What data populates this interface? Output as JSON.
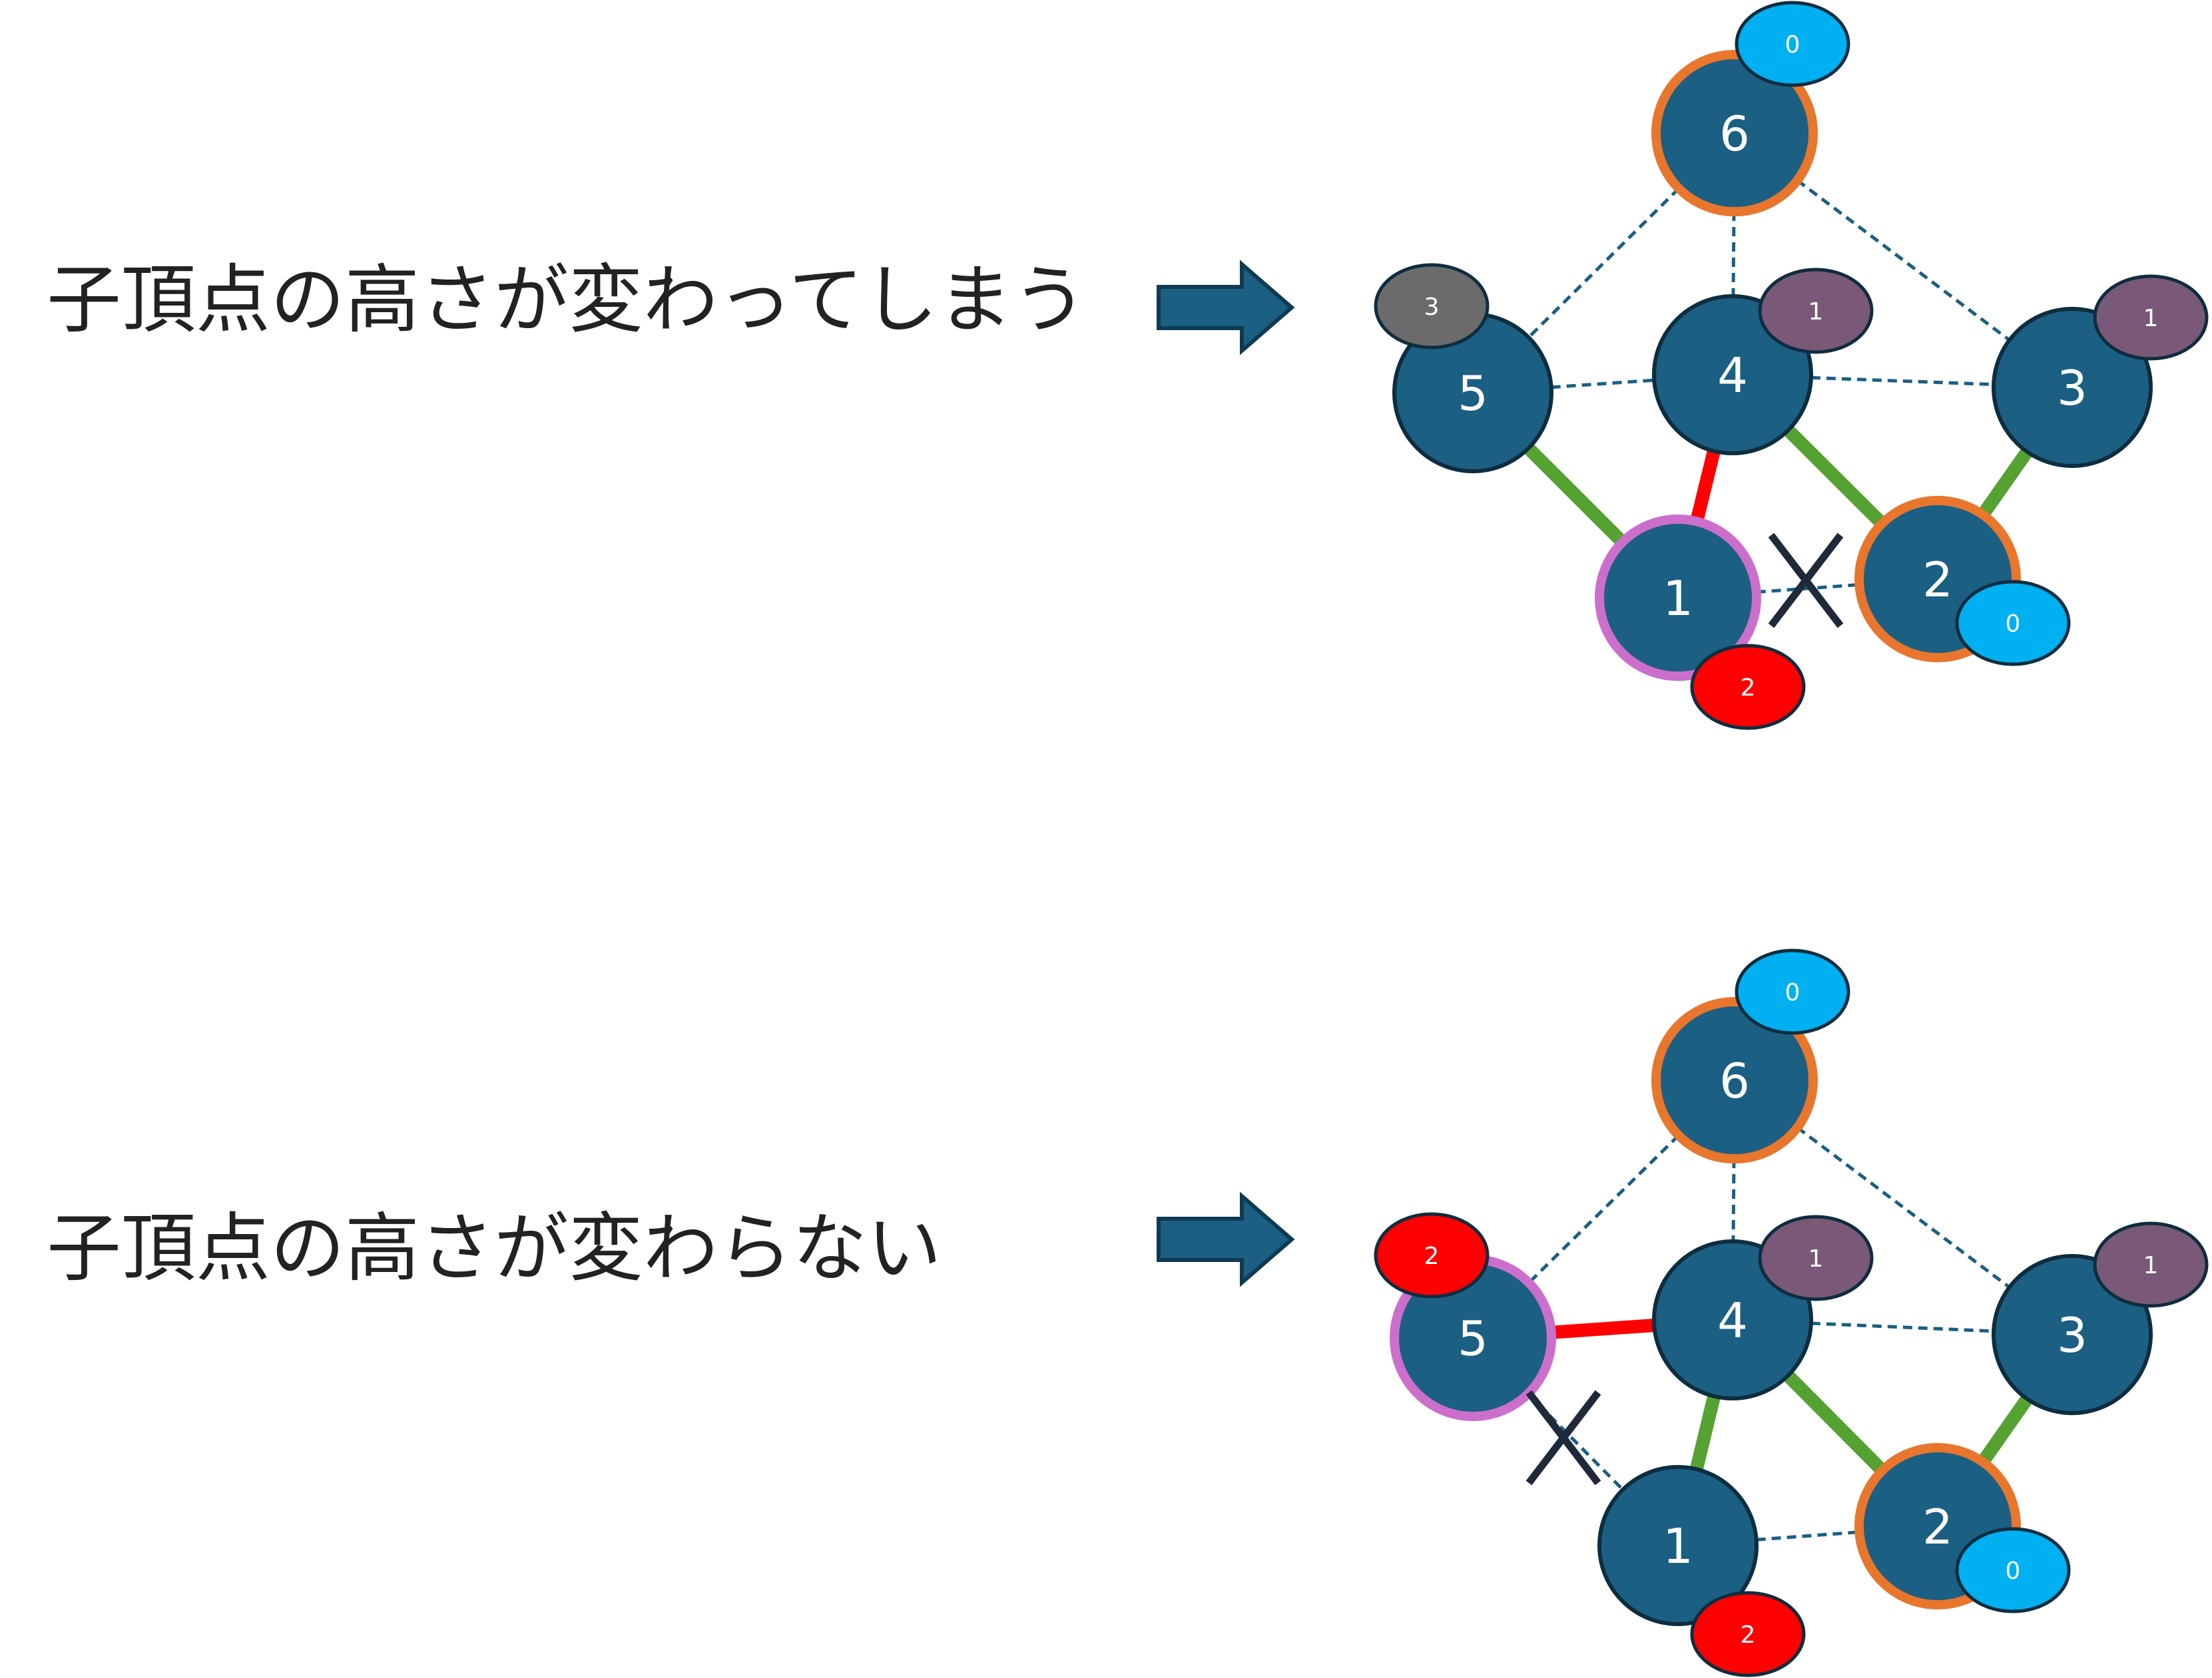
{
  "captions": {
    "top": "子頂点の高さが変わってしまう",
    "bottom": "子頂点の高さが変わらない"
  },
  "colors": {
    "node_fill": "#1B5F83",
    "node_stroke": "#0E2D3F",
    "ring_orange": "#E8762C",
    "ring_pink": "#CC6FCC",
    "edge_green": "#55A233",
    "edge_red": "#FF0000",
    "edge_dashed": "#1B5F83",
    "arrow": "#1B5F83",
    "badge_blue": "#00B0F0",
    "badge_purple": "#7A5877",
    "badge_gray": "#6B6B6B",
    "badge_red": "#FF0000",
    "cross": "#1E2A3A"
  },
  "diagrams": [
    {
      "id": "top",
      "nodes": [
        {
          "id": "6",
          "label": "6",
          "ring": "orange"
        },
        {
          "id": "5",
          "label": "5",
          "ring": "none"
        },
        {
          "id": "4",
          "label": "4",
          "ring": "none"
        },
        {
          "id": "3",
          "label": "3",
          "ring": "none"
        },
        {
          "id": "1",
          "label": "1",
          "ring": "pink"
        },
        {
          "id": "2",
          "label": "2",
          "ring": "orange"
        }
      ],
      "badges": [
        {
          "node": "6",
          "label": "0",
          "color": "blue"
        },
        {
          "node": "5",
          "label": "3",
          "color": "gray"
        },
        {
          "node": "4",
          "label": "1",
          "color": "purple"
        },
        {
          "node": "3",
          "label": "1",
          "color": "purple"
        },
        {
          "node": "1",
          "label": "2",
          "color": "red"
        },
        {
          "node": "2",
          "label": "0",
          "color": "blue"
        }
      ],
      "edges": [
        {
          "from": "6",
          "to": "5",
          "style": "dashed"
        },
        {
          "from": "6",
          "to": "4",
          "style": "dashed"
        },
        {
          "from": "6",
          "to": "3",
          "style": "dashed"
        },
        {
          "from": "5",
          "to": "4",
          "style": "dashed"
        },
        {
          "from": "4",
          "to": "3",
          "style": "dashed"
        },
        {
          "from": "5",
          "to": "1",
          "style": "green"
        },
        {
          "from": "4",
          "to": "2",
          "style": "green"
        },
        {
          "from": "3",
          "to": "2",
          "style": "green"
        },
        {
          "from": "4",
          "to": "1",
          "style": "red"
        },
        {
          "from": "1",
          "to": "2",
          "style": "dashed",
          "crossed": true
        }
      ]
    },
    {
      "id": "bottom",
      "nodes": [
        {
          "id": "6",
          "label": "6",
          "ring": "orange"
        },
        {
          "id": "5",
          "label": "5",
          "ring": "pink"
        },
        {
          "id": "4",
          "label": "4",
          "ring": "none"
        },
        {
          "id": "3",
          "label": "3",
          "ring": "none"
        },
        {
          "id": "1",
          "label": "1",
          "ring": "none"
        },
        {
          "id": "2",
          "label": "2",
          "ring": "orange"
        }
      ],
      "badges": [
        {
          "node": "6",
          "label": "0",
          "color": "blue"
        },
        {
          "node": "5",
          "label": "2",
          "color": "red"
        },
        {
          "node": "4",
          "label": "1",
          "color": "purple"
        },
        {
          "node": "3",
          "label": "1",
          "color": "purple"
        },
        {
          "node": "1",
          "label": "2",
          "color": "red"
        },
        {
          "node": "2",
          "label": "0",
          "color": "blue"
        }
      ],
      "edges": [
        {
          "from": "6",
          "to": "5",
          "style": "dashed"
        },
        {
          "from": "6",
          "to": "4",
          "style": "dashed"
        },
        {
          "from": "6",
          "to": "3",
          "style": "dashed"
        },
        {
          "from": "4",
          "to": "3",
          "style": "dashed"
        },
        {
          "from": "1",
          "to": "2",
          "style": "dashed"
        },
        {
          "from": "5",
          "to": "4",
          "style": "red"
        },
        {
          "from": "4",
          "to": "1",
          "style": "green"
        },
        {
          "from": "4",
          "to": "2",
          "style": "green"
        },
        {
          "from": "3",
          "to": "2",
          "style": "green"
        },
        {
          "from": "5",
          "to": "1",
          "style": "dashed",
          "crossed": true
        }
      ]
    }
  ]
}
